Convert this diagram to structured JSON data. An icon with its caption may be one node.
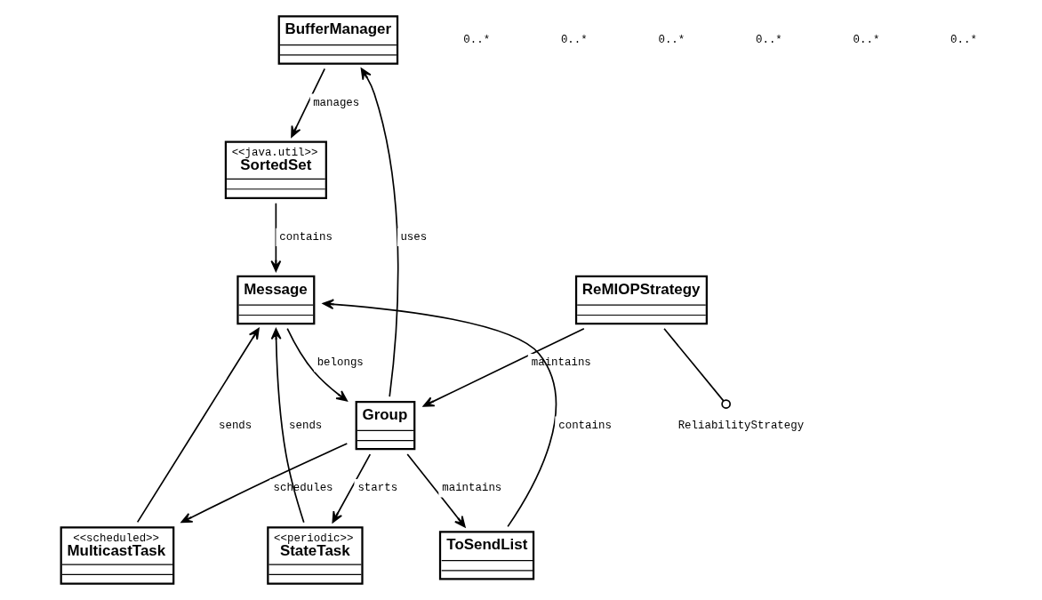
{
  "diagram": {
    "nodes": [
      {
        "text": [
          "BufferManager"
        ]
      },
      {
        "text": [
          "ReliabilityStrategy"
        ]
      },
      {
        "text": [
          "ReMIOPStrategy"
        ]
      },
      {
        "text": [
          "<<java.util>>",
          "SortedSet"
        ]
      },
      {
        "text": [
          "ToSendList"
        ]
      },
      {
        "text": [
          "Group"
        ]
      },
      {
        "text": [
          "Message"
        ]
      },
      {
        "text": [
          "<<scheduled>>",
          "MulticastTask"
        ]
      },
      {
        "text": [
          "<<periodic>>",
          "StateTask"
        ]
      }
    ],
    "edges": [
      {
        "from": 0,
        "to": 3,
        "arrow": "to",
        "label": "manages"
      },
      {
        "from": 2,
        "to": 1,
        "arrow": "other"
      },
      {
        "from": 2,
        "to": 5,
        "arrow": "to",
        "label": "maintains"
      },
      {
        "from": 5,
        "to": 0,
        "arrow": "to",
        "label": "uses"
      },
      {
        "from": 5,
        "to": 4,
        "arrow": "to",
        "label": "maintains"
      },
      {
        "from": 4,
        "to": 6,
        "arrow": "to",
        "label": "contains"
      },
      {
        "from": 3,
        "to": 6,
        "arrow": "to",
        "label": "contains"
      },
      {
        "from": 6,
        "to": 5,
        "arrow": "to",
        "label": "belongs"
      },
      {
        "from": 5,
        "to": 7,
        "arrow": "to",
        "label": "schedules"
      },
      {
        "from": 5,
        "to": 8,
        "arrow": "to",
        "label": "starts"
      },
      {
        "from": 7,
        "to": 6,
        "arrow": "to",
        "label": "sends"
      },
      {
        "from": 8,
        "to": 6,
        "arrow": "to",
        "label": "sends"
      }
    ],
    "labels": [
      "0..*",
      "0..*",
      "0..*",
      "0..*",
      "0..*",
      "0..*"
    ]
  }
}
